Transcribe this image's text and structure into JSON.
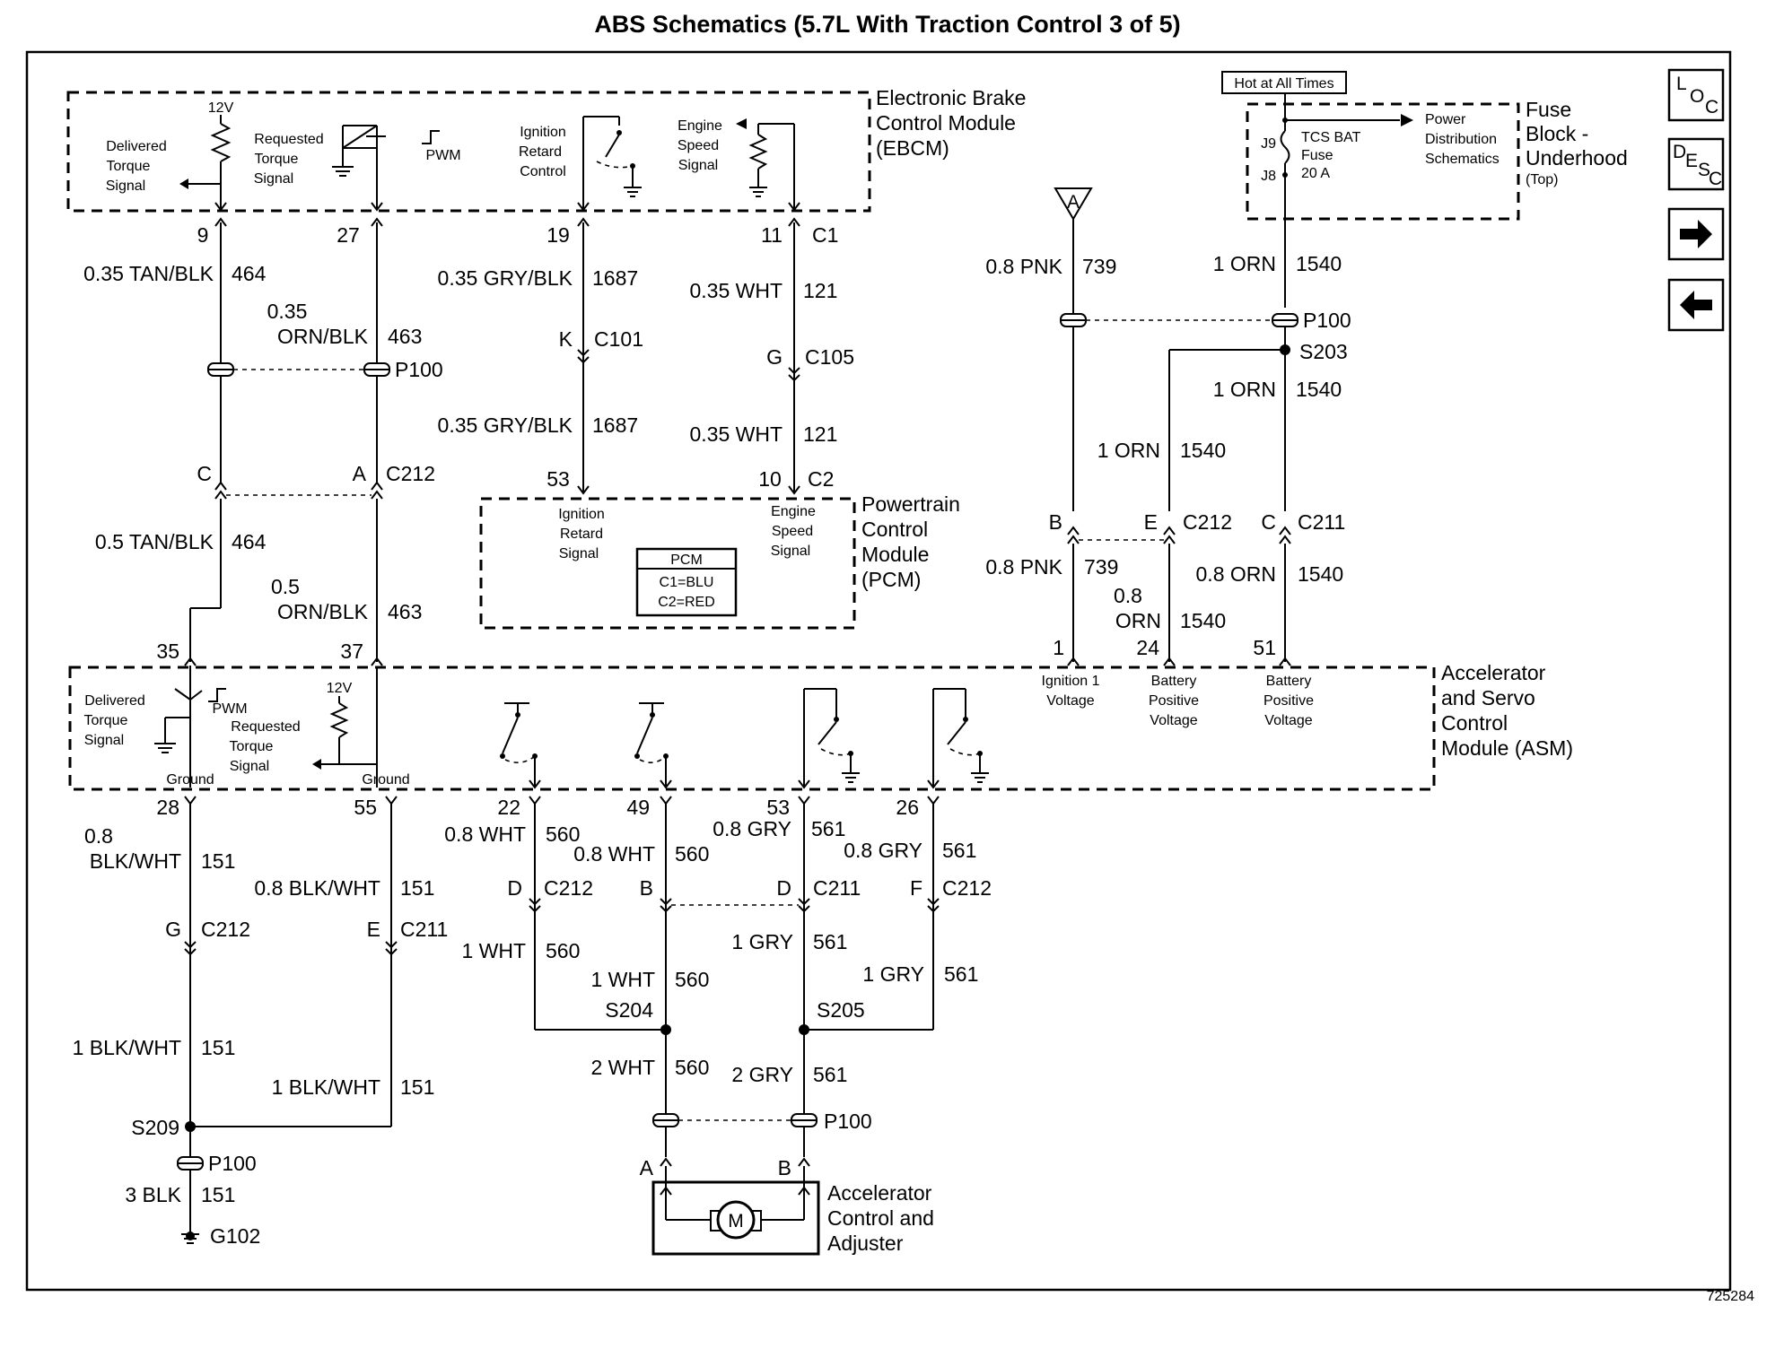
{
  "title": "ABS Schematics (5.7L With Traction Control 3 of 5)",
  "figure_id": "725284",
  "nav_buttons": {
    "loc": "LOC",
    "desc": "DESC",
    "next": "→",
    "prev": "←"
  },
  "modules": {
    "ebcm": [
      "Electronic Brake",
      "Control Module",
      "(EBCM)"
    ],
    "pcm": [
      "Powertrain",
      "Control",
      "Module",
      "(PCM)"
    ],
    "asm": [
      "Accelerator",
      "and Servo",
      "Control",
      "Module (ASM)"
    ],
    "fuse_block": [
      "Fuse",
      "Block -",
      "Underhood"
    ],
    "fuse_block_top": "(Top)",
    "actuator": [
      "Accelerator",
      "Control and",
      "Adjuster"
    ],
    "pcm_legend": [
      "PCM",
      "C1=BLU",
      "C2=RED"
    ]
  },
  "hot_at_all_times": "Hot at All Times",
  "fuse": {
    "j9": "J9",
    "j8": "J8",
    "name": [
      "TCS BAT",
      "Fuse",
      "20 A"
    ],
    "power_dist": [
      "Power",
      "Distribution",
      "Schematics"
    ]
  },
  "ebcm_labels": {
    "v12": "12V",
    "delivered": [
      "Delivered",
      "Torque",
      "Signal"
    ],
    "requested": [
      "Requested",
      "Torque",
      "Signal"
    ],
    "pwm": "PWM",
    "ignition": [
      "Ignition",
      "Retard",
      "Control"
    ],
    "engine": [
      "Engine",
      "Speed",
      "Signal"
    ]
  },
  "pcm_labels": {
    "ignition": [
      "Ignition",
      "Retard",
      "Signal"
    ],
    "engine": [
      "Engine",
      "Speed",
      "Signal"
    ]
  },
  "asm_labels": {
    "delivered": [
      "Delivered",
      "Torque",
      "Signal"
    ],
    "pwm": "PWM",
    "requested": [
      "Requested",
      "Torque",
      "Signal"
    ],
    "v12": "12V",
    "ground1": "Ground",
    "ground2": "Ground",
    "ign1": [
      "Ignition 1",
      "Voltage"
    ],
    "batt1": [
      "Battery",
      "Positive",
      "Voltage"
    ],
    "batt2": [
      "Battery",
      "Positive",
      "Voltage"
    ]
  },
  "pins": {
    "e9": "9",
    "e27": "27",
    "e19": "19",
    "e11": "11",
    "c1": "C1",
    "p53": "53",
    "p10": "10",
    "c2": "C2",
    "a35": "35",
    "a37": "37",
    "a1": "1",
    "a24": "24",
    "a51": "51",
    "a28": "28",
    "a55": "55",
    "a22": "22",
    "a49": "49",
    "a53": "53",
    "a26": "26"
  },
  "connectors": {
    "k": "K",
    "c101": "C101",
    "g": "G",
    "c105": "C105",
    "c": "C",
    "a": "A",
    "c212a": "C212",
    "p100a": "P100",
    "va": "A",
    "p100b": "P100",
    "s203": "S203",
    "b": "B",
    "e": "E",
    "c212b": "C212",
    "cc": "C",
    "c211a": "C211",
    "d1": "D",
    "c212c": "C212",
    "b2": "B",
    "d2": "D",
    "c211b": "C211",
    "f": "F",
    "c212d": "C212",
    "g2": "G",
    "c212e": "C212",
    "e2": "E",
    "c211c": "C211",
    "s204": "S204",
    "s205": "S205",
    "p100c": "P100",
    "ma": "A",
    "mb": "B",
    "motor": "M",
    "s209": "S209",
    "p100d": "P100",
    "g102": "G102"
  },
  "wires": {
    "w1": {
      "gauge": "0.35 TAN/BLK",
      "circuit": "464"
    },
    "w2": {
      "gauge": [
        "0.35",
        "ORN/BLK"
      ],
      "circuit": "463"
    },
    "w3": {
      "gauge": "0.35 GRY/BLK",
      "circuit": "1687"
    },
    "w4": {
      "gauge": "0.35 WHT",
      "circuit": "121"
    },
    "w5": {
      "gauge": "0.35 GRY/BLK",
      "circuit": "1687"
    },
    "w6": {
      "gauge": "0.35 WHT",
      "circuit": "121"
    },
    "w7": {
      "gauge": "0.5 TAN/BLK",
      "circuit": "464"
    },
    "w8": {
      "gauge": [
        "0.5",
        "ORN/BLK"
      ],
      "circuit": "463"
    },
    "w9": {
      "gauge": "0.8 PNK",
      "circuit": "739"
    },
    "w10": {
      "gauge": "1 ORN",
      "circuit": "1540"
    },
    "w11": {
      "gauge": "1 ORN",
      "circuit": "1540"
    },
    "w12": {
      "gauge": "1 ORN",
      "circuit": "1540"
    },
    "w13": {
      "gauge": "0.8 PNK",
      "circuit": "739"
    },
    "w14": {
      "gauge": [
        "0.8",
        "ORN"
      ],
      "circuit": "1540"
    },
    "w15": {
      "gauge": "0.8 ORN",
      "circuit": "1540"
    },
    "w16": {
      "gauge": [
        "0.8",
        "BLK/WHT"
      ],
      "circuit": "151"
    },
    "w17": {
      "gauge": "0.8 BLK/WHT",
      "circuit": "151"
    },
    "w18": {
      "gauge": "1 BLK/WHT",
      "circuit": "151"
    },
    "w19": {
      "gauge": "1 BLK/WHT",
      "circuit": "151"
    },
    "w20": {
      "gauge": "3 BLK",
      "circuit": "151"
    },
    "w21": {
      "gauge": "0.8 WHT",
      "circuit": "560"
    },
    "w22": {
      "gauge": "0.8 WHT",
      "circuit": "560"
    },
    "w23": {
      "gauge": "1 WHT",
      "circuit": "560"
    },
    "w24": {
      "gauge": "1 WHT",
      "circuit": "560"
    },
    "w25": {
      "gauge": "2 WHT",
      "circuit": "560"
    },
    "w26": {
      "gauge": "0.8 GRY",
      "circuit": "561"
    },
    "w27": {
      "gauge": "0.8 GRY",
      "circuit": "561"
    },
    "w28": {
      "gauge": "1 GRY",
      "circuit": "561"
    },
    "w29": {
      "gauge": "1 GRY",
      "circuit": "561"
    },
    "w30": {
      "gauge": "2 GRY",
      "circuit": "561"
    }
  }
}
